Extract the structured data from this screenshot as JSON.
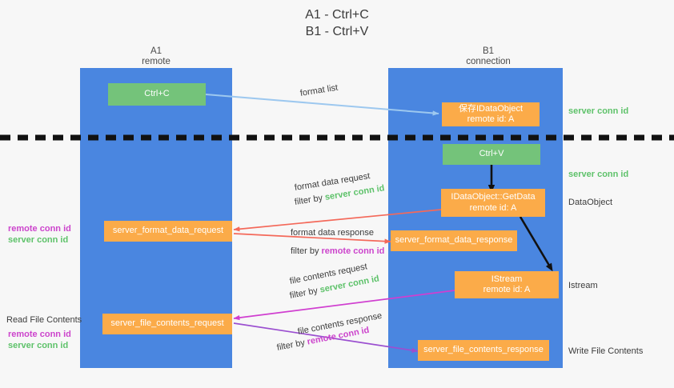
{
  "title": {
    "line1": "A1 - Ctrl+C",
    "line2": "B1 - Ctrl+V"
  },
  "columns": [
    {
      "name": "A1",
      "sub": "remote"
    },
    {
      "name": "B1",
      "sub": "connection"
    }
  ],
  "boxes": {
    "ctrl_c": {
      "line1": "Ctrl+C",
      "line2": ""
    },
    "save_dataobj": {
      "line1": "保存IDataObject",
      "line2": "remote id: A"
    },
    "ctrl_v": {
      "line1": "Ctrl+V",
      "line2": ""
    },
    "getdata": {
      "line1": "IDataObject::GetData",
      "line2": "remote id: A"
    },
    "istream": {
      "line1": "IStream",
      "line2": "remote id: A"
    },
    "fmt_req": {
      "line1": "server_format_data_request",
      "line2": ""
    },
    "fmt_resp": {
      "line1": "server_format_data_response",
      "line2": ""
    },
    "file_req": {
      "line1": "server_file_contents_request",
      "line2": ""
    },
    "file_resp": {
      "line1": "server_file_contents_response",
      "line2": ""
    }
  },
  "edge_labels": {
    "format_list": "format list",
    "fmt_data_request": "format data request",
    "fmt_data_request_filter_prefix": "filter by ",
    "fmt_data_request_filter_value": "server conn id",
    "fmt_data_response": "format data response",
    "fmt_data_response_filter_prefix": "filter by ",
    "fmt_data_response_filter_value": "remote conn id",
    "file_contents_request": "file contents request",
    "file_contents_request_filter_prefix": "filter by ",
    "file_contents_request_filter_value": "server conn id",
    "file_contents_response": "file contents response",
    "file_contents_response_filter_prefix": "filter by ",
    "file_contents_response_filter_value": "remote conn id"
  },
  "right_labels": {
    "server_conn_id_top": "server conn id",
    "server_conn_id_mid": "server conn id",
    "dataobject": "DataObject",
    "istream": "Istream",
    "write_file_contents": "Write File Contents"
  },
  "left_labels": {
    "remote_conn_id_1": "remote conn id",
    "server_conn_id_1": "server conn id",
    "read_file_contents": "Read File Contents",
    "remote_conn_id_2": "remote conn id",
    "server_conn_id_2": "server conn id"
  },
  "colors": {
    "lane": "#4a86e0",
    "green_box": "#74c37a",
    "orange_box": "#fbab49",
    "green_text": "#5ec26a",
    "magenta_text": "#cc44cc",
    "background": "#f7f7f7",
    "arrow_blue": "#9dc8ef",
    "arrow_red": "#f4695a",
    "arrow_magenta": "#d03fd0",
    "arrow_purple": "#9b4fd0",
    "arrow_black": "#111111"
  }
}
